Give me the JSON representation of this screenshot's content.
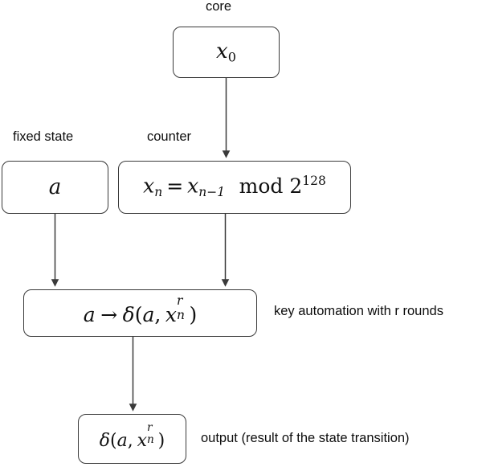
{
  "diagram": {
    "title_visible": false,
    "background_color": "#ffffff",
    "stroke_color": "#3a3a3a",
    "text_color": "#111111",
    "labels": {
      "core": "core",
      "fixed_state": "fixed state",
      "counter": "counter",
      "key_automation": "key automation with r rounds",
      "output": "output (result of the state transition)"
    },
    "nodes": {
      "core": {
        "name": "core-node",
        "formula_plain": "x0",
        "parts": {
          "base": "x",
          "sub": "0"
        }
      },
      "fixed_state": {
        "name": "fixed-state-node",
        "formula_plain": "a",
        "parts": {
          "base": "a"
        }
      },
      "counter": {
        "name": "counter-node",
        "formula_plain": "xn = xn-1  mod 2^128",
        "parts": {
          "lhs_base": "x",
          "lhs_sub": "n",
          "equals": "=",
          "rhs_base": "x",
          "rhs_sub": "n−1",
          "mod": "mod",
          "two": "2",
          "exp": "128"
        }
      },
      "key_automation": {
        "name": "key-automation-node",
        "formula_plain": "a → δ(a, xn^r)",
        "parts": {
          "a": "a",
          "arrow": "→",
          "delta": "δ",
          "open": "(",
          "arg1": "a",
          "comma": ",",
          "x": "x",
          "sup": "r",
          "sub": "n",
          "close": ")"
        }
      },
      "output": {
        "name": "output-node",
        "formula_plain": "δ(a, xn^r)",
        "parts": {
          "delta": "δ",
          "open": "(",
          "arg1": "a",
          "comma": ",",
          "x": "x",
          "sup": "r",
          "sub": "n",
          "close": ")"
        }
      }
    },
    "edges": [
      {
        "name": "edge-core-to-counter",
        "from": "core",
        "to": "counter"
      },
      {
        "name": "edge-fixed-state-to-key-automation",
        "from": "fixed_state",
        "to": "key_automation"
      },
      {
        "name": "edge-counter-to-key-automation",
        "from": "counter",
        "to": "key_automation"
      },
      {
        "name": "edge-key-automation-to-output",
        "from": "key_automation",
        "to": "output"
      }
    ]
  }
}
